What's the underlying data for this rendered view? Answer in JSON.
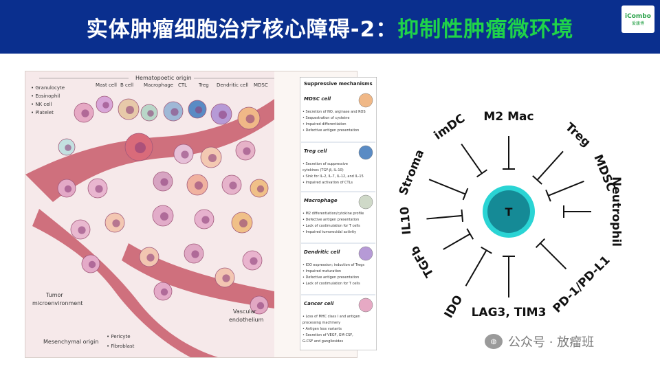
{
  "header": {
    "title_main": "实体肿瘤细胞治疗核心障碍-2：",
    "title_highlight": "抑制性肿瘤微环境",
    "logo_text": "iCombo",
    "logo_sub": "爱康博"
  },
  "figure": {
    "hematopoetic_label": "Hematopoetic origin",
    "left_list": [
      "• Granulocyte",
      "• Eosinophil",
      "• NK cell",
      "• Platelet"
    ],
    "top_labels": [
      "Mast cell",
      "B cell",
      "Macrophage",
      "CTL",
      "Treg",
      "Dendritic cell",
      "MDSC"
    ],
    "tumor_label_1": "Tumor",
    "tumor_label_2": "microenvironment",
    "vascular_label_1": "Vascular",
    "vascular_label_2": "endothelium",
    "mesenchymal_label": "Mesenchymal origin",
    "mesenchymal_items": [
      "• Pericyte",
      "• Fibroblast"
    ],
    "mechanisms": {
      "title": "Suppressive mechanisms",
      "groups": [
        {
          "title": "MDSC cell",
          "items": [
            "• Secretion of NO, arginase and ROS",
            "• Sequestration of cysteine",
            "• Impaired differentiation",
            "• Defective antigen presentation"
          ]
        },
        {
          "title": "Treg cell",
          "items": [
            "• Secretion of suppressive",
            "  cytokines (TGF-β, IL-10)",
            "• Sink for IL-2, IL-7, IL-12, and IL-15",
            "• Impaired activation of CTLs"
          ]
        },
        {
          "title": "Macrophage",
          "items": [
            "• M2 differentiation/cytokine profile",
            "• Defective antigen presentation",
            "• Lack of costimulation for T cells",
            "• Impaired tumorocidal activity"
          ]
        },
        {
          "title": "Dendritic cell",
          "items": [
            "• IDO expression; induction of Tregs",
            "• Impaired maturation",
            "• Defective antigen presentation",
            "• Lack of costimulation for T cells"
          ]
        },
        {
          "title": "Cancer cell",
          "items": [
            "• Loss of MHC class I and antigen",
            "  processing machinery",
            "• Antigen loss variants",
            "• Secretion of VEGF, GM-CSF,",
            "  G-CSF and gangliosides"
          ]
        }
      ]
    }
  },
  "diagram": {
    "center_label": "T",
    "factors": [
      "M2 Mac",
      "Treg",
      "MDSC",
      "Neutrophil",
      "PD-1/PD-L1",
      "LAG3, TIM3",
      "IDO",
      "TGFb",
      "IL10",
      "Stroma",
      "imDC"
    ]
  },
  "watermark": {
    "text": "公众号 · 放瘤班"
  },
  "colors": {
    "header_bg": "#0a2f8e",
    "title_highlight": "#1fd34a",
    "t_cell_outer": "#2ad4d4",
    "t_cell_inner": "#158a96"
  }
}
